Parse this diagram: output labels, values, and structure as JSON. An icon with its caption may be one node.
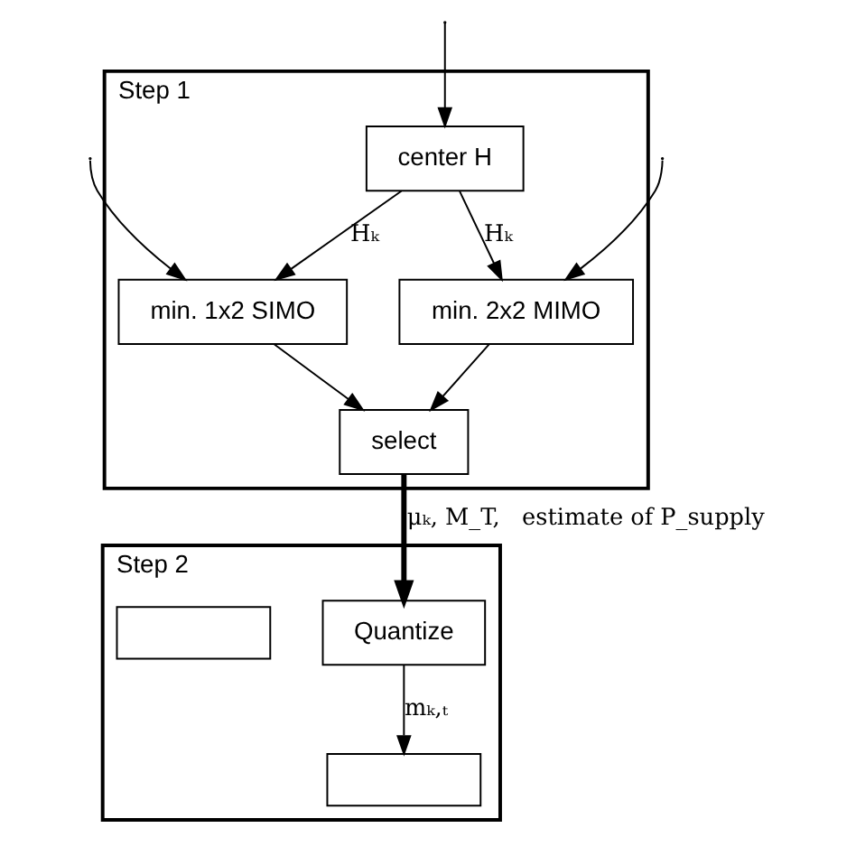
{
  "diagram": {
    "nodes": [
      {
        "text": [
          "Step 1"
        ]
      },
      {
        "text": [
          "center H"
        ],
        "in": 0
      },
      {
        "text": [
          "min. 1x2 SIMO"
        ],
        "in": 0
      },
      {
        "text": [
          "min. 2x2 MIMO"
        ],
        "in": 0
      },
      {
        "text": [
          "select"
        ],
        "in": 0
      },
      {
        "text": [
          "Step 2"
        ]
      },
      {
        "text": [
          "Quantize"
        ],
        "in": 5
      },
      {
        "text": [],
        "shape": "box",
        "in": 5
      },
      {
        "text": [],
        "shape": "box",
        "in": 5
      }
    ],
    "edges": [
      {
        "from": null,
        "to": 1,
        "arrow": "to"
      },
      {
        "from": 1,
        "to": 2,
        "arrow": "to",
        "label": "Hₖ"
      },
      {
        "from": 1,
        "to": 3,
        "arrow": "to",
        "label": "Hₖ"
      },
      {
        "from": null,
        "to": 2,
        "arrow": "to"
      },
      {
        "from": null,
        "to": 3,
        "arrow": "to"
      },
      {
        "from": 2,
        "to": 4,
        "arrow": "to"
      },
      {
        "from": 3,
        "to": 4,
        "arrow": "to"
      },
      {
        "from": 4,
        "to": 6,
        "arrow": "to",
        "style": "thick",
        "label": "μₖ, M_T,   estimate of P_supply"
      },
      {
        "from": 6,
        "to": 8,
        "arrow": "to",
        "label": "mₖ,ₜ"
      }
    ]
  }
}
